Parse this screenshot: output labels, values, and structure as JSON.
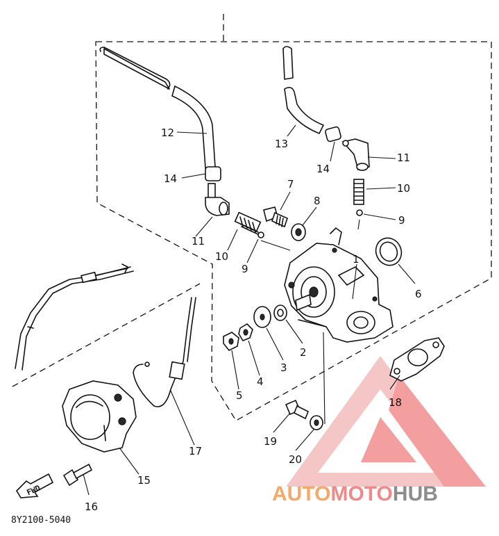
{
  "diagram_code": "8Y2100-5040",
  "direction_label": "FWD",
  "watermark": {
    "brand_part1": "AUTO",
    "brand_part2": "MOTO",
    "brand_part3": "HUB",
    "colors": {
      "auto": "#f4a96a",
      "moto": "#ef8a8a",
      "hub": "#8c8c8c",
      "logo": "#f08080"
    }
  },
  "callouts": [
    "1",
    "2",
    "3",
    "4",
    "5",
    "6",
    "7",
    "8",
    "9",
    "10",
    "11",
    "12",
    "13",
    "14",
    "15",
    "16",
    "17",
    "18",
    "19",
    "20"
  ],
  "labels": {
    "c12": "12",
    "c14a": "14",
    "c11a": "11",
    "c10a": "10",
    "c9a": "9",
    "c7": "7",
    "c8": "8",
    "c13": "13",
    "c14b": "14",
    "c11b": "11",
    "c10b": "10",
    "c9b": "9",
    "c6": "6",
    "c1": "1",
    "c2": "2",
    "c3": "3",
    "c4": "4",
    "c5": "5",
    "c18": "18",
    "c17": "17",
    "c15": "15",
    "c16": "16",
    "c19": "19",
    "c20": "20"
  }
}
